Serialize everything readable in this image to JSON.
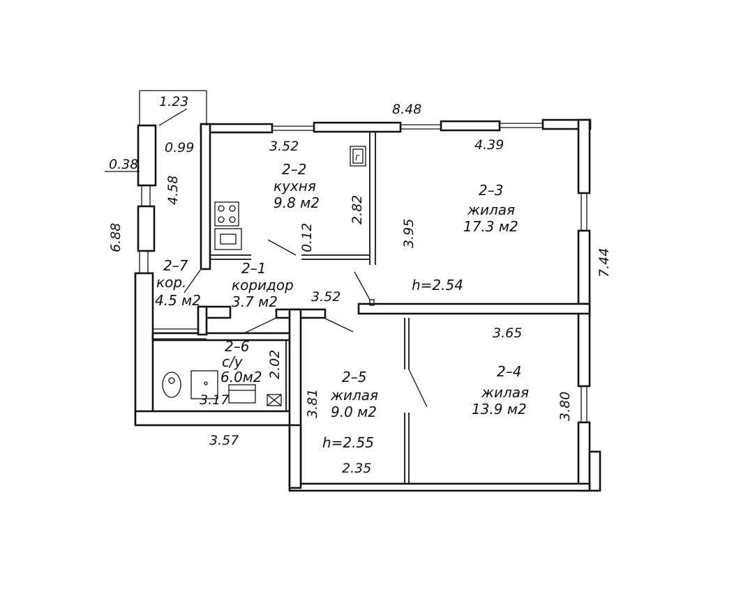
{
  "rooms": {
    "r22": {
      "num": "2–2",
      "name": "кухня",
      "area": "9.8 м2"
    },
    "r23": {
      "num": "2–3",
      "name": "жилая",
      "area": "17.3 м2"
    },
    "r21": {
      "num": "2–1",
      "name": "коридор",
      "area": "3.7 м2"
    },
    "r27": {
      "num": "2–7",
      "name": "кор.",
      "area": "4.5 м2"
    },
    "r26": {
      "num": "2–6",
      "name": "с/у",
      "area": "6.0м2"
    },
    "r25": {
      "num": "2–5",
      "name": "жилая",
      "area": "9.0 м2"
    },
    "r24": {
      "num": "2–4",
      "name": "жилая",
      "area": "13.9 м2"
    }
  },
  "heights": {
    "h1": "h=2.54",
    "h2": "h=2.55"
  },
  "dims": {
    "d_848": "8.48",
    "d_123": "1.23",
    "d_099": "0.99",
    "d_038": "0.38",
    "d_458": "4.58",
    "d_688": "6.88",
    "d_352_top": "3.52",
    "d_282": "2.82",
    "d_012": "0.12",
    "d_395": "3.95",
    "d_439": "4.39",
    "d_744": "7.44",
    "d_352_mid": "3.52",
    "d_365": "3.65",
    "d_202": "2.02",
    "d_317": "3.17",
    "d_381": "3.81",
    "d_380": "3.80",
    "d_357": "3.57",
    "d_235": "2.35"
  },
  "fixtures": {
    "gas_label": "г"
  }
}
